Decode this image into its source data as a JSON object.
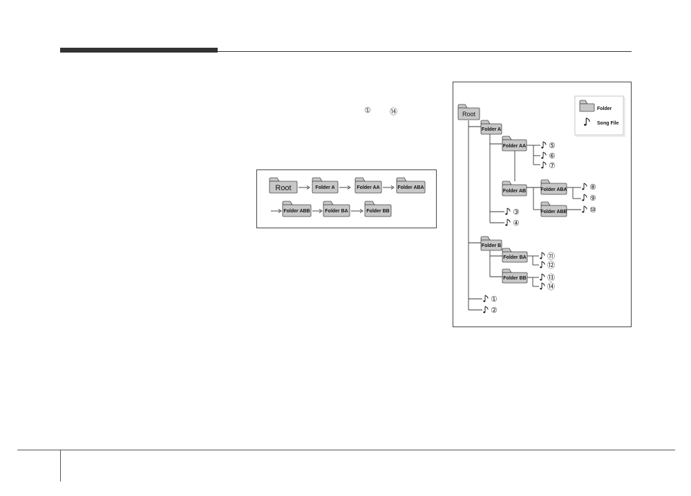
{
  "reference": {
    "first": "①",
    "last": "⑭"
  },
  "colors": {
    "folder_fill": "#c8c8c8",
    "folder_stroke": "#444444",
    "line": "#333333",
    "header_bar": "#333333"
  },
  "order": {
    "root": "Root",
    "folder_a": "Folder A",
    "folder_aa": "Folder AA",
    "folder_aba": "Folder ABA",
    "folder_abb": "Folder ABB",
    "folder_ba": "Folder BA",
    "folder_bb": "Folder BB"
  },
  "legend": {
    "folder": "Folder",
    "song": "Song File",
    "folder_icon": "folder-icon",
    "song_icon": "music-note-icon"
  },
  "tree": {
    "root": "Root",
    "folder_a": "Folder A",
    "folder_aa": "Folder AA",
    "folder_ab": "Folder AB",
    "folder_aba": "Folder ABA",
    "folder_abb": "Folder ABB",
    "folder_b": "Folder B",
    "folder_ba": "Folder BA",
    "folder_bb": "Folder BB"
  },
  "songs": {
    "s1": "①",
    "s2": "②",
    "s3": "③",
    "s4": "④",
    "s5": "⑤",
    "s6": "⑥",
    "s7": "⑦",
    "s8": "⑧",
    "s9": "⑨",
    "s10": "⑩",
    "s11": "⑪",
    "s12": "⑫",
    "s13": "⑬",
    "s14": "⑭"
  }
}
